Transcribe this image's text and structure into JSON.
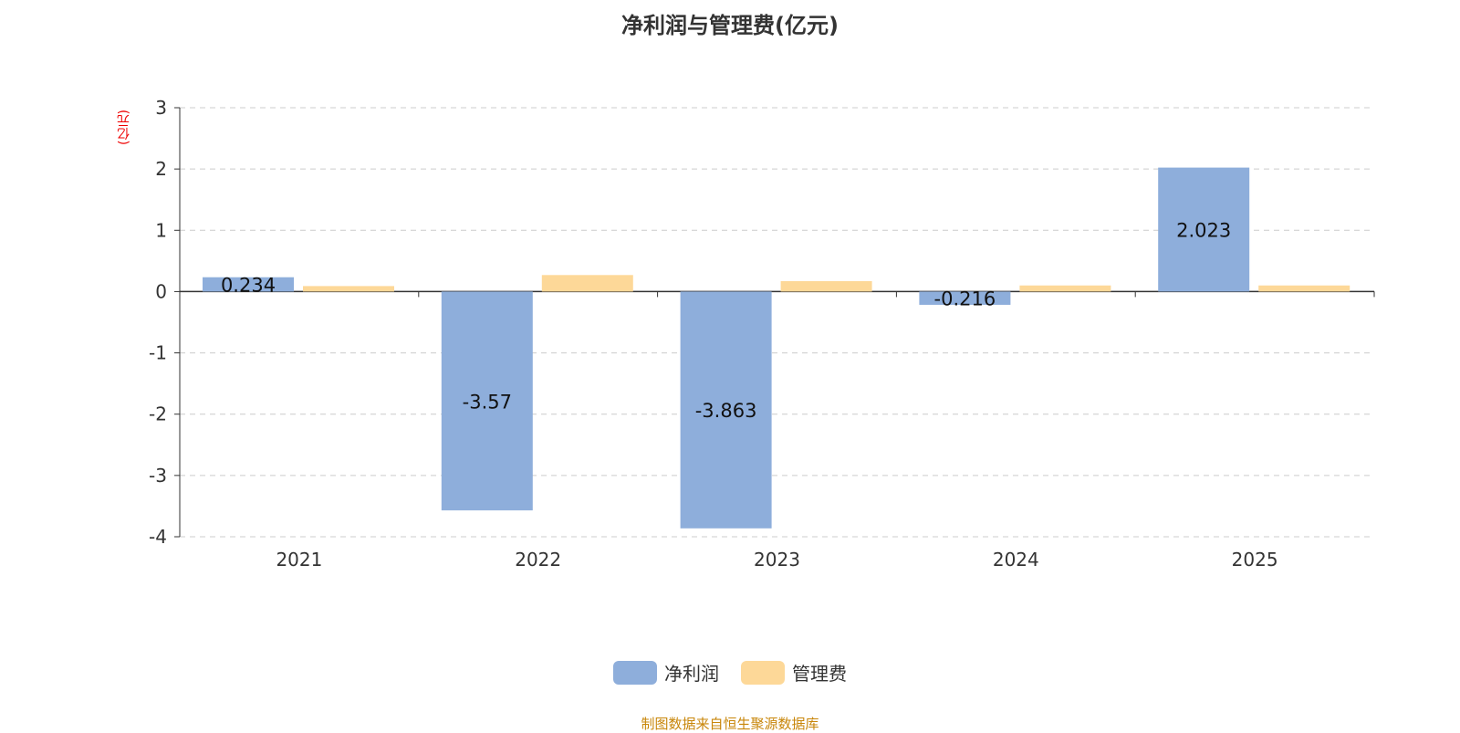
{
  "chart_data": {
    "type": "bar",
    "title": "净利润与管理费(亿元)",
    "ylabel": "(亿元)",
    "ylim": [
      -4,
      3
    ],
    "yticks": [
      3,
      2,
      1,
      0,
      -1,
      -2,
      -3,
      -4
    ],
    "categories": [
      "2021",
      "2022",
      "2023",
      "2024",
      "2025"
    ],
    "series": [
      {
        "name": "净利润",
        "color": "#8eaedb",
        "values": [
          0.234,
          -3.57,
          -3.863,
          -0.216,
          2.023
        ],
        "labels": [
          "0.234",
          "-3.57",
          "-3.863",
          "-0.216",
          "2.023"
        ]
      },
      {
        "name": "管理费",
        "color": "#fdd898",
        "values": [
          0.09,
          0.27,
          0.17,
          0.1,
          0.1
        ]
      }
    ],
    "grid": true,
    "legend": "bottom"
  },
  "source": "制图数据来自恒生聚源数据库"
}
